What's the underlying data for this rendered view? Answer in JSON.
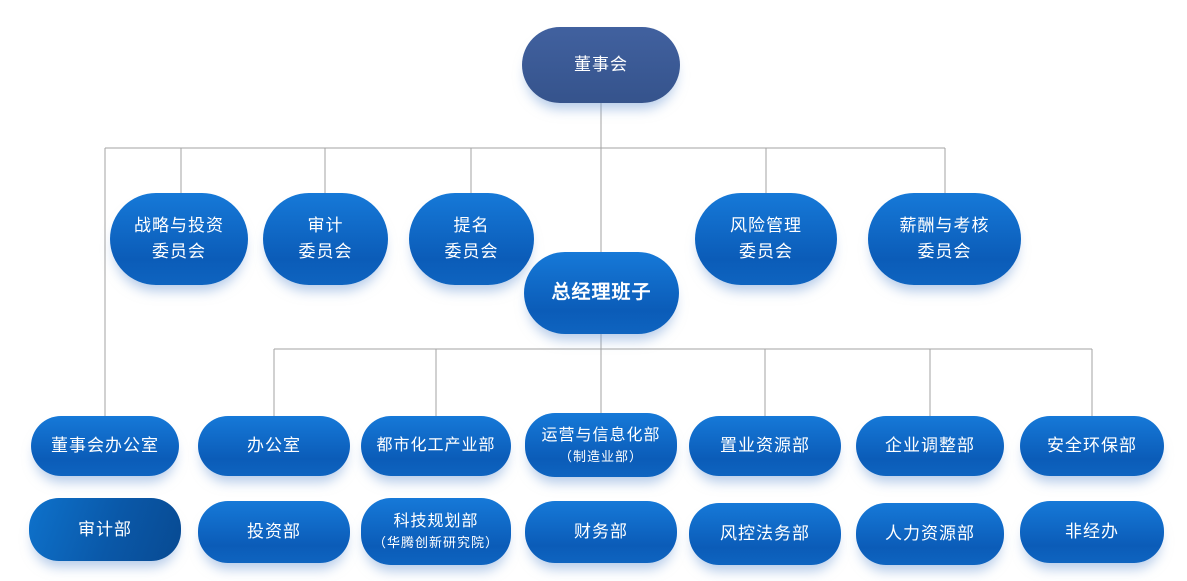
{
  "org": {
    "board": {
      "label": "董事会"
    },
    "committees": [
      {
        "line1": "战略与投资",
        "line2": "委员会"
      },
      {
        "line1": "审计",
        "line2": "委员会"
      },
      {
        "line1": "提名",
        "line2": "委员会"
      },
      {
        "line1": "风险管理",
        "line2": "委员会"
      },
      {
        "line1": "薪酬与考核",
        "line2": "委员会"
      }
    ],
    "gm": {
      "label": "总经理班子"
    },
    "row1": [
      {
        "line1": "董事会办公室"
      },
      {
        "line1": "办公室"
      },
      {
        "line1": "都市化工产业部"
      },
      {
        "line1": "运营与信息化部",
        "line2": "（制造业部）"
      },
      {
        "line1": "置业资源部"
      },
      {
        "line1": "企业调整部"
      },
      {
        "line1": "安全环保部"
      }
    ],
    "row2": [
      {
        "line1": "审计部"
      },
      {
        "line1": "投资部"
      },
      {
        "line1": "科技规划部",
        "line2": "（华腾创新研究院）"
      },
      {
        "line1": "财务部"
      },
      {
        "line1": "风控法务部"
      },
      {
        "line1": "人力资源部"
      },
      {
        "line1": "非经办"
      }
    ],
    "colors": {
      "board_box": "#3A5A97",
      "node_gradient_top": "#1679D8",
      "node_gradient_bottom": "#0B5CB8",
      "audit_dept_dark": "#084A92",
      "connector_line": "#A3A3A3",
      "text": "#FFFFFF",
      "background": "#FFFFFF"
    }
  }
}
